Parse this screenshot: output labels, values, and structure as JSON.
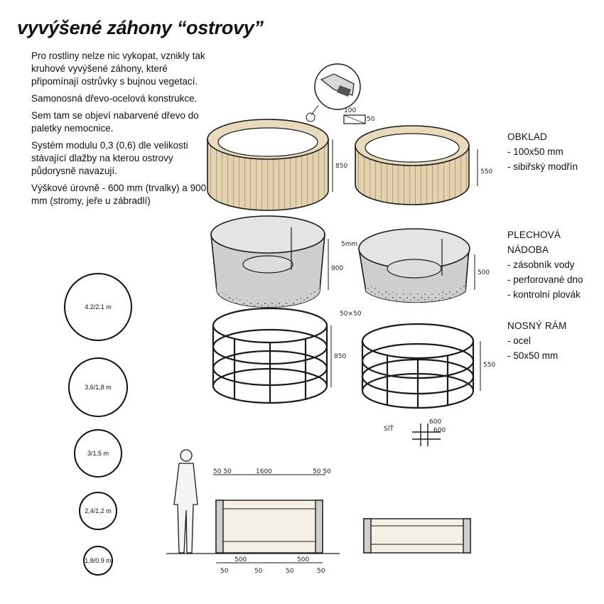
{
  "title": "vyvýšené záhony “ostrovy”",
  "description": [
    "Pro rostliny nelze nic vykopat, vznikly tak kruhové vyvýšené záhony, které připomínají ostrůvky s bujnou vegetací.",
    "Samonosná dřevo-ocelová konstrukce.",
    "Sem tam se objeví nabarvené dřevo do paletky nemocnice.",
    "Systém modulu 0,3 (0,6) dle velikosti stávající dlažby na kterou ostrovy půdorysně navazují.",
    "Výškové úrovně - 600 mm (trvalky) a 900 mm (stromy, jeře u zábradlí)"
  ],
  "sections": {
    "cladding": {
      "heading": "OBKLAD",
      "items": [
        "- 100x50 mm",
        "- sibiřský modřín"
      ]
    },
    "container": {
      "heading_line1": "PLECHOVÁ",
      "heading_line2": "NÁDOBA",
      "items": [
        "- zásobník vody",
        "- perforované dno",
        "- kontrolní plovák"
      ]
    },
    "frame": {
      "heading": "NOSNÝ RÁM",
      "items": [
        "- ocel",
        "- 50x50 mm"
      ]
    }
  },
  "circles": [
    "4.2/2.1 m",
    "3,6/1,8 m",
    "3/1,5 m",
    "2,4/1,2 m",
    "1,8/0.9 m"
  ],
  "sketch_labels": {
    "board": "100",
    "board_b": "50",
    "h850a": "850",
    "h550a": "550",
    "h900": "900",
    "h500": "500",
    "sheet": "5mm",
    "profile": "50×50",
    "h850b": "850",
    "h550b": "550",
    "grid": "SÍŤ",
    "grid_a": "600",
    "grid_b": "600",
    "width": "1600",
    "d50a": "50 50",
    "d50b": "50 50",
    "b1": "50",
    "b2": "500",
    "b3": "50",
    "b4": "500",
    "b5": "50",
    "b6": "50"
  },
  "colors": {
    "wood": "#e3d2b0",
    "woodLine": "#8b6a3e",
    "metal": "#c9c9c9",
    "ink": "#1a1a1a"
  }
}
